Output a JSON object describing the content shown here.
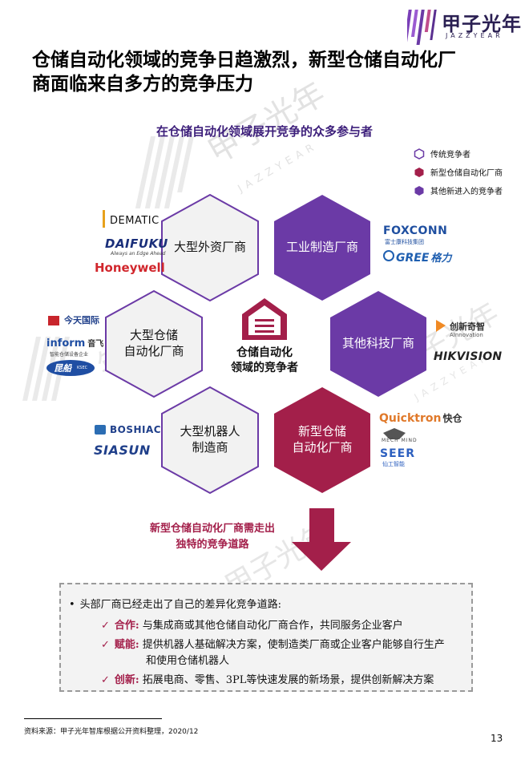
{
  "brand": {
    "name_cn": "甲子光年",
    "name_en": "JAZZYEAR"
  },
  "title": {
    "line1": "仓储自动化领域的竞争日趋激烈，新型仓储自动化厂",
    "line2": "商面临来自多方的竞争压力"
  },
  "subtitle": "在仓储自动化领域展开竞争的众多参与者",
  "legend": [
    {
      "label": "传统竞争者",
      "color": "#ffffff"
    },
    {
      "label": "新型仓储自动化厂商",
      "color": "#a31f4a"
    },
    {
      "label": "其他新进入的竞争者",
      "color": "#6b3aa6"
    }
  ],
  "center": {
    "line1": "仓储自动化",
    "line2": "领域的竞争者"
  },
  "hexes": {
    "foreign": {
      "line1": "大型外资厂商",
      "line2": ""
    },
    "industrial": {
      "line1": "工业制造厂商",
      "line2": ""
    },
    "warehouse": {
      "line1": "大型仓储",
      "line2": "自动化厂商"
    },
    "tech": {
      "line1": "其他科技厂商",
      "line2": ""
    },
    "robot": {
      "line1": "大型机器人",
      "line2": "制造商"
    },
    "new": {
      "line1": "新型仓储",
      "line2": "自动化厂商"
    }
  },
  "logos": {
    "dematic": "DEMATIC",
    "daifuku": "DAIFUKU",
    "daifuku_tag": "Always an Edge Ahead",
    "honeywell": "Honeywell",
    "foxconn": "FOXCONN",
    "foxconn_cn": "富士康科技集团",
    "gree": "GREE",
    "gree_cn": "格力",
    "jingtian": "今天国际",
    "inform": "inform",
    "inform_cn": "音飞",
    "inform_sub": "智能仓储设备企业",
    "kunming": "昆船",
    "kunming_sub": "KSEC",
    "ainnovation": "创新奇智",
    "ainnovation_en": "AInnovation",
    "hikvision": "HIKVISION",
    "boshiac": "BOSHIAC",
    "siasun": "SIASUN",
    "quicktron": "Quicktron",
    "quicktron_cn": "快仓",
    "mechmind": "MECH MIND",
    "seer": "SEER",
    "seer_cn": "仙工智能"
  },
  "arrow_text": {
    "line1": "新型仓储自动化厂商需走出",
    "line2": "独特的竞争道路"
  },
  "box": {
    "intro": "头部厂商已经走出了自己的差异化竞争道路:",
    "items": [
      {
        "kw": "合作:",
        "text": "与集成商或其他仓储自动化厂商合作，共同服务企业客户",
        "cont": ""
      },
      {
        "kw": "赋能:",
        "text": "提供机器人基础解决方案，使制造类厂商或企业客户能够自行生产",
        "cont": "和使用仓储机器人"
      },
      {
        "kw": "创新:",
        "text": "拓展电商、零售、3PL等快速发展的新场景，提供创新解决方案",
        "cont": ""
      }
    ]
  },
  "source": "资料来源：甲子光年智库根据公开资料整理，2020/12",
  "page_number": "13",
  "colors": {
    "purple": "#6b3aa6",
    "crimson": "#a31f4a",
    "hex_fill": "#f2f2f2",
    "hex_stroke": "#6b3aa6"
  }
}
